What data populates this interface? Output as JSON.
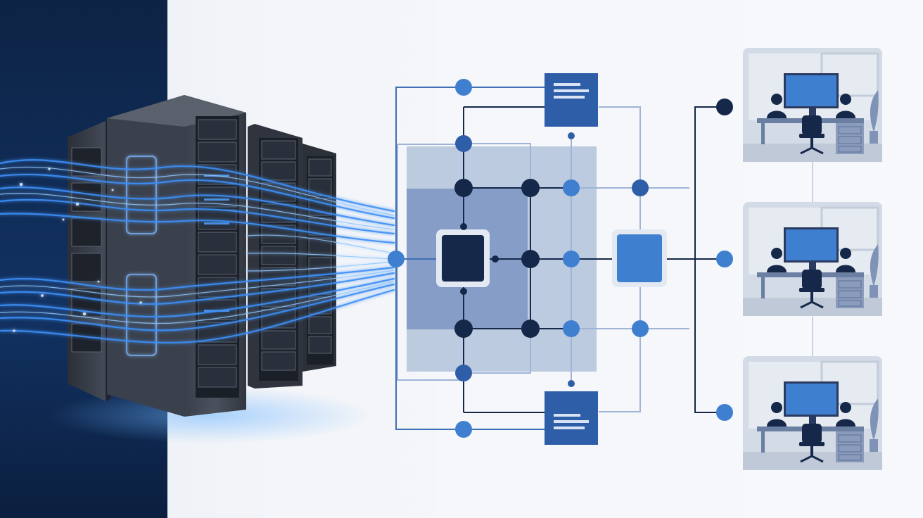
{
  "scene": {
    "subject": "server-to-office-network",
    "colors": {
      "navy": "#0e2547",
      "dark_node": "#15284a",
      "mid_blue": "#2f5ea8",
      "bright_blue": "#3f7fd0",
      "line_blue": "#3f6fb5",
      "light_panel": "#b3c3db",
      "mid_panel": "#7f98c4",
      "background": "#eef2f7",
      "office_bg": "#d3dbe6",
      "glow": "#4fa3ff"
    },
    "icons": {
      "left": "server-rack-icon",
      "center": "network-diagram-icon",
      "right": "office-workstation-icon"
    },
    "offices": [
      {
        "label": "office-top"
      },
      {
        "label": "office-middle"
      },
      {
        "label": "office-bottom"
      }
    ]
  }
}
